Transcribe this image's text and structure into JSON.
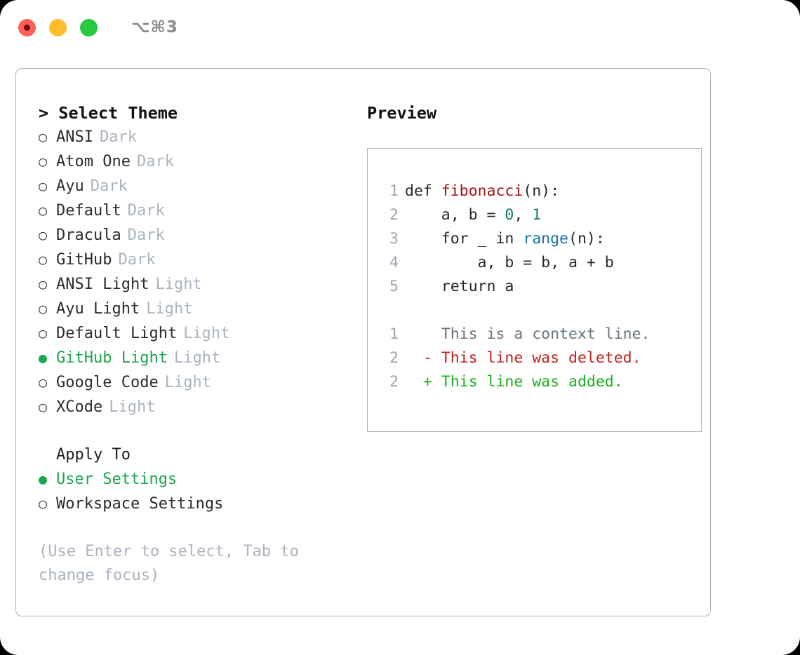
{
  "titlebar": {
    "shortcut": "⌥⌘3",
    "lights": [
      {
        "name": "close",
        "color": "#FF6159"
      },
      {
        "name": "minimize",
        "color": "#FFBD2E"
      },
      {
        "name": "maximize",
        "color": "#28C840"
      }
    ]
  },
  "theme_picker": {
    "header": "> Select Theme",
    "selected_bullet": "●",
    "unselected_bullet": "○",
    "accent_color": "#1CA64C",
    "items": [
      {
        "label": "ANSI",
        "tag": "Dark",
        "selected": false
      },
      {
        "label": "Atom One",
        "tag": "Dark",
        "selected": false
      },
      {
        "label": "Ayu",
        "tag": "Dark",
        "selected": false
      },
      {
        "label": "Default",
        "tag": "Dark",
        "selected": false
      },
      {
        "label": "Dracula",
        "tag": "Dark",
        "selected": false
      },
      {
        "label": "GitHub",
        "tag": "Dark",
        "selected": false
      },
      {
        "label": "ANSI Light",
        "tag": "Light",
        "selected": false
      },
      {
        "label": "Ayu Light",
        "tag": "Light",
        "selected": false
      },
      {
        "label": "Default Light",
        "tag": "Light",
        "selected": false
      },
      {
        "label": "GitHub Light",
        "tag": "Light",
        "selected": true
      },
      {
        "label": "Google Code",
        "tag": "Light",
        "selected": false
      },
      {
        "label": "XCode",
        "tag": "Light",
        "selected": false
      }
    ]
  },
  "apply_to": {
    "header": "Apply To",
    "items": [
      {
        "label": "User Settings",
        "selected": true
      },
      {
        "label": "Workspace Settings",
        "selected": false
      }
    ]
  },
  "hint": "(Use Enter to select, Tab to change focus)",
  "preview": {
    "title": "Preview",
    "code_lines": [
      {
        "lineno": "1",
        "tokens": [
          {
            "text": "def ",
            "kind": "plain"
          },
          {
            "text": "fibonacci",
            "kind": "func"
          },
          {
            "text": "(n):",
            "kind": "plain"
          }
        ]
      },
      {
        "lineno": "2",
        "tokens": [
          {
            "text": "    a, b = ",
            "kind": "plain"
          },
          {
            "text": "0",
            "kind": "num"
          },
          {
            "text": ", ",
            "kind": "plain"
          },
          {
            "text": "1",
            "kind": "num"
          }
        ]
      },
      {
        "lineno": "3",
        "tokens": [
          {
            "text": "    for _ in ",
            "kind": "plain"
          },
          {
            "text": "range",
            "kind": "builtin"
          },
          {
            "text": "(n):",
            "kind": "plain"
          }
        ]
      },
      {
        "lineno": "4",
        "tokens": [
          {
            "text": "        a, b = b, a + b",
            "kind": "plain"
          }
        ]
      },
      {
        "lineno": "5",
        "tokens": [
          {
            "text": "    return a",
            "kind": "plain"
          }
        ]
      }
    ],
    "diff_lines": [
      {
        "lineno": "1",
        "marker": " ",
        "text": " This is a context line.",
        "kind": "ctx"
      },
      {
        "lineno": "2",
        "marker": "-",
        "text": " This line was deleted.",
        "kind": "del"
      },
      {
        "lineno": "2",
        "marker": "+",
        "text": " This line was added.",
        "kind": "add"
      }
    ],
    "colors": {
      "function": "#A31515",
      "number": "#0E7C6B",
      "builtin": "#1278A8",
      "context": "#6a737d",
      "deleted": "#C0211A",
      "added": "#17B01B",
      "lineno": "#9aa5b1"
    }
  }
}
